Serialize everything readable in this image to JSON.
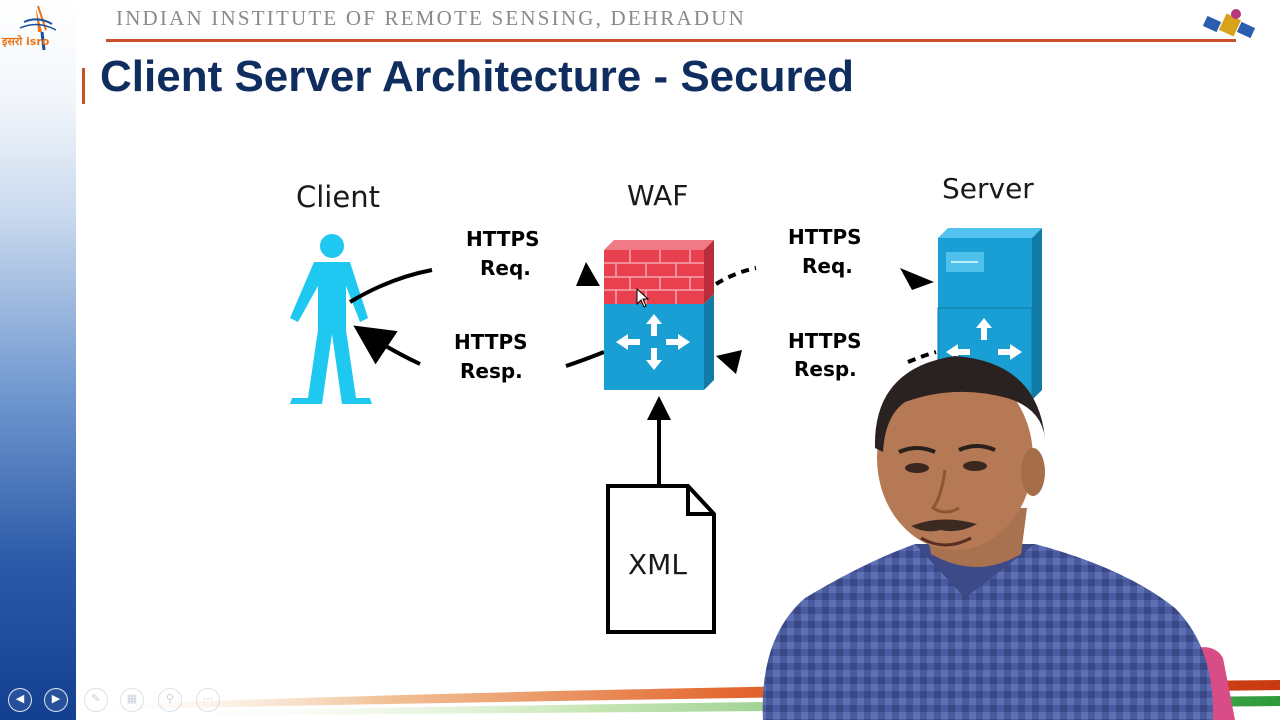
{
  "header": {
    "institute": "INDIAN INSTITUTE OF REMOTE SENSING, DEHRADUN",
    "logo_text": "इसरो isro"
  },
  "slide": {
    "title": "Client Server Architecture - Secured"
  },
  "diagram": {
    "client_label": "Client",
    "waf_label": "WAF",
    "server_label": "Server",
    "left_request_line1": "HTTPS",
    "left_request_line2": "Req.",
    "left_response_line1": "HTTPS",
    "left_response_line2": "Resp.",
    "right_request_line1": "HTTPS",
    "right_request_line2": "Req.",
    "right_response_line1": "HTTPS",
    "right_response_line2": "Resp.",
    "xml_label": "XML"
  },
  "colors": {
    "title": "#0f2d5e",
    "accent_line": "#c8502a",
    "client_figure": "#1ec8f0",
    "firewall_bricks": "#e8404f",
    "device_blue": "#1a9fd4"
  },
  "icons": {
    "prev": "chevron-left-icon",
    "next": "chevron-right-icon",
    "pen": "pen-icon",
    "slides": "grid-icon",
    "zoom": "magnifier-icon",
    "more": "more-icon"
  }
}
